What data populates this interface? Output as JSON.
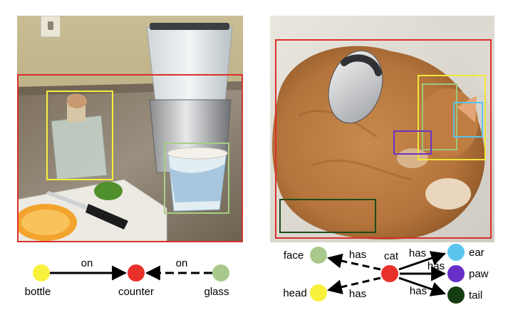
{
  "left_example": {
    "objects": [
      {
        "label": "bottle",
        "color": "#f7f03c",
        "box_color": "#f5ef3b"
      },
      {
        "label": "counter",
        "color": "#e8302b",
        "box_color": "#d9302a"
      },
      {
        "label": "glass",
        "color": "#a9c98c",
        "box_color": "#a6cf86"
      }
    ],
    "relations": [
      {
        "subject": "bottle",
        "predicate": "on",
        "object": "counter",
        "style": "solid"
      },
      {
        "subject": "glass",
        "predicate": "on",
        "object": "counter",
        "style": "dashed"
      }
    ]
  },
  "right_example": {
    "objects": [
      {
        "label": "cat",
        "color": "#e8302b",
        "box_color": "#d9302a"
      },
      {
        "label": "face",
        "color": "#a9c98c",
        "box_color": "#9cc77c"
      },
      {
        "label": "head",
        "color": "#f7f03c",
        "box_color": "#f0e63c"
      },
      {
        "label": "ear",
        "color": "#5bc4ee",
        "box_color": "#5bc3ea"
      },
      {
        "label": "paw",
        "color": "#6a2fc8",
        "box_color": "#6c33c7"
      },
      {
        "label": "tail",
        "color": "#163d13",
        "box_color": "#1f4a1b"
      }
    ],
    "relations": [
      {
        "subject": "cat",
        "predicate": "has",
        "object": "face",
        "style": "dashed"
      },
      {
        "subject": "cat",
        "predicate": "has",
        "object": "head",
        "style": "dashed"
      },
      {
        "subject": "cat",
        "predicate": "has",
        "object": "ear",
        "style": "solid"
      },
      {
        "subject": "cat",
        "predicate": "has",
        "object": "paw",
        "style": "solid"
      },
      {
        "subject": "cat",
        "predicate": "has",
        "object": "tail",
        "style": "solid"
      }
    ]
  }
}
